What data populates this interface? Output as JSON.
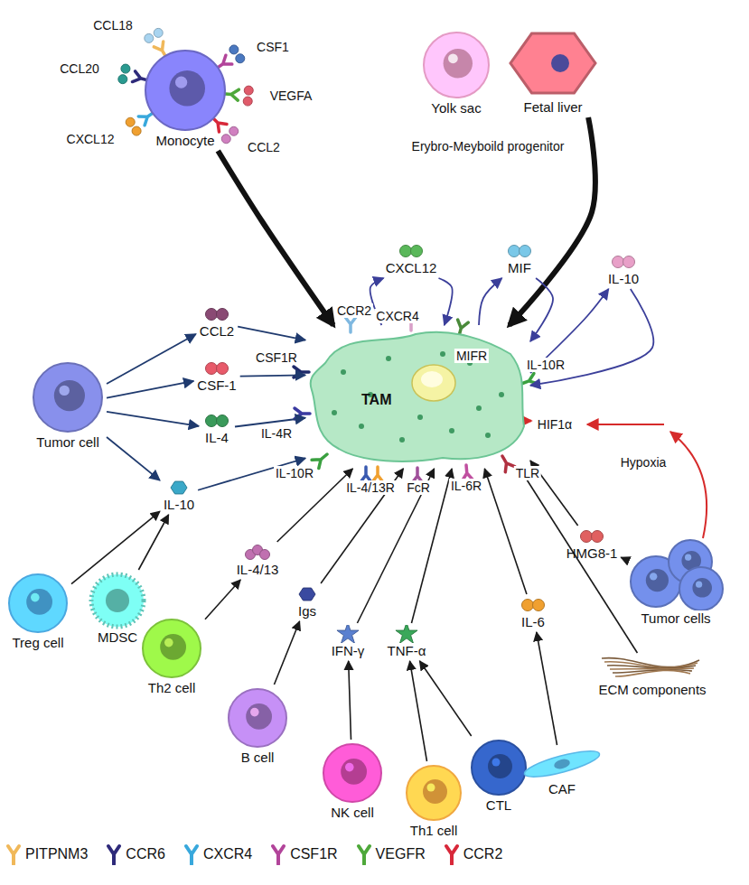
{
  "diagram": {
    "nodes": [
      {
        "text": [
          "Monocyte"
        ]
      },
      {
        "text": [
          "Yolk sac"
        ]
      },
      {
        "text": [
          "Fetal liver"
        ]
      },
      {
        "text": [
          "TAM"
        ]
      },
      {
        "text": [
          "CCL2"
        ]
      },
      {
        "text": [
          "CSF-1"
        ]
      },
      {
        "text": [
          "IL-4"
        ]
      },
      {
        "text": [
          "IL-10"
        ]
      },
      {
        "text": [
          "CXCL12"
        ]
      },
      {
        "text": [
          "MIF"
        ]
      },
      {
        "text": [
          "IL-10"
        ]
      },
      {
        "text": [
          "Tumor cell"
        ]
      },
      {
        "text": [
          "Treg cell"
        ]
      },
      {
        "text": [
          "MDSC"
        ]
      },
      {
        "text": [
          "Th2 cell"
        ]
      },
      {
        "text": [
          "IL-4/13"
        ]
      },
      {
        "text": [
          "B cell"
        ]
      },
      {
        "text": [
          "Igs"
        ]
      },
      {
        "text": [
          "NK cell"
        ]
      },
      {
        "text": [
          "IFN-γ"
        ]
      },
      {
        "text": [
          "TNF-α"
        ]
      },
      {
        "text": [
          "Th1 cell"
        ]
      },
      {
        "text": [
          "CTL"
        ]
      },
      {
        "text": [
          "CAF"
        ]
      },
      {
        "text": [
          "IL-6"
        ]
      },
      {
        "text": [
          "ECM components"
        ]
      },
      {
        "text": [
          "Tumor cells"
        ]
      },
      {
        "text": [
          "HMG8-1"
        ]
      }
    ],
    "edges": [
      {
        "from": 0,
        "to": 3,
        "arrow": "to"
      },
      {
        "from": 2,
        "to": 3,
        "arrow": "to"
      },
      {
        "from": 11,
        "to": 4,
        "arrow": "to"
      },
      {
        "from": 4,
        "to": 3,
        "arrow": "to"
      },
      {
        "from": 11,
        "to": 5,
        "arrow": "to"
      },
      {
        "from": 5,
        "to": 3,
        "arrow": "to"
      },
      {
        "from": 11,
        "to": 6,
        "arrow": "to"
      },
      {
        "from": 6,
        "to": 3,
        "arrow": "to"
      },
      {
        "from": 11,
        "to": 7,
        "arrow": "to"
      },
      {
        "from": 7,
        "to": 3,
        "arrow": "to"
      },
      {
        "from": 12,
        "to": 7,
        "arrow": "to"
      },
      {
        "from": 13,
        "to": 7,
        "arrow": "to"
      },
      {
        "from": 14,
        "to": 15,
        "arrow": "to"
      },
      {
        "from": 15,
        "to": 3,
        "arrow": "to"
      },
      {
        "from": 16,
        "to": 17,
        "arrow": "to"
      },
      {
        "from": 17,
        "to": 3,
        "arrow": "to"
      },
      {
        "from": 18,
        "to": 19,
        "arrow": "to"
      },
      {
        "from": 21,
        "to": 20,
        "arrow": "to"
      },
      {
        "from": 22,
        "to": 20,
        "arrow": "to"
      },
      {
        "from": 19,
        "to": 3,
        "arrow": "to"
      },
      {
        "from": 20,
        "to": 3,
        "arrow": "to"
      },
      {
        "from": 23,
        "to": 24,
        "arrow": "to"
      },
      {
        "from": 24,
        "to": 3,
        "arrow": "to"
      },
      {
        "from": 25,
        "to": 3,
        "arrow": "to"
      },
      {
        "from": 26,
        "to": 27,
        "arrow": "to"
      },
      {
        "from": 27,
        "to": 3,
        "arrow": "to"
      },
      {
        "from": 3,
        "to": 8,
        "arrow": "to"
      },
      {
        "from": 8,
        "to": 3,
        "arrow": "to"
      },
      {
        "from": 3,
        "to": 9,
        "arrow": "to"
      },
      {
        "from": 9,
        "to": 3,
        "arrow": "to"
      },
      {
        "from": 3,
        "to": 10,
        "arrow": "to"
      },
      {
        "from": 10,
        "to": 3,
        "arrow": "to"
      }
    ],
    "labels": [
      "CCL18",
      "CSF1",
      "CCL20",
      "VEGFA",
      "CXCL12",
      "CCL2",
      "Erybro-Meyboild progenitor",
      "CCR2",
      "CXCR4",
      "MIFR",
      "CSF1R",
      "IL-4R",
      "IL-10R",
      "HIF1α",
      "IL-10R",
      "IL-4/13R",
      "FcR",
      "IL-6R",
      "TLR",
      "Hypoxia"
    ],
    "legend": [
      {
        "text": "PITPNM3",
        "color": "#f0b85a"
      },
      {
        "text": "CCR6",
        "color": "#2e2a7a"
      },
      {
        "text": "CXCR4",
        "color": "#38a8dc"
      },
      {
        "text": "CSF1R",
        "color": "#b2449a"
      },
      {
        "text": "VEGFR",
        "color": "#4ea83a"
      },
      {
        "text": "CCR2",
        "color": "#d8283a"
      }
    ]
  }
}
